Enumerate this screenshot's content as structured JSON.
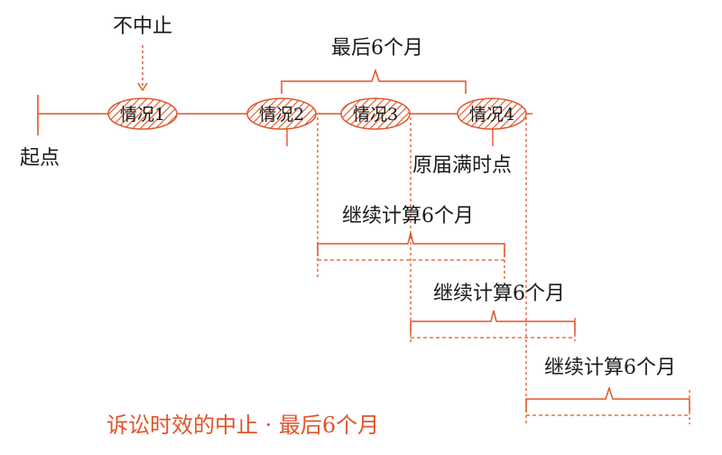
{
  "colors": {
    "accent": "#e0542a",
    "text": "#1a1a1a",
    "background": "#ffffff"
  },
  "labels": {
    "no_suspension": "不中止",
    "last_six_months": "最后6个月",
    "start_point": "起点",
    "original_expiry": "原届满时点",
    "case1": "情况1",
    "case2": "情况2",
    "case3": "情况3",
    "case4": "情况4",
    "continue1": "继续计算6个月",
    "continue2": "继续计算6个月",
    "continue3": "继续计算6个月",
    "caption": "诉讼时效的中止 · 最后6个月"
  }
}
